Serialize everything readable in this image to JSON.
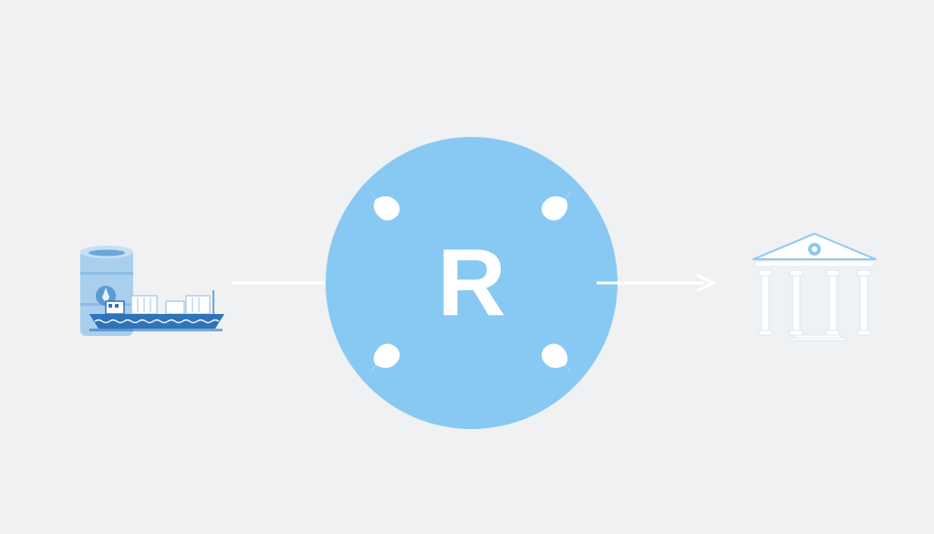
{
  "diagram": {
    "hub": {
      "letter": "R",
      "color": "#87c9f3",
      "text_color": "#ffffff"
    },
    "source": {
      "icons": [
        "oil-barrel-icon",
        "cargo-ship-icon"
      ],
      "colors": {
        "barrel": "#a9cfee",
        "ship": "#2e74b8"
      }
    },
    "target": {
      "icons": [
        "bank-building-icon"
      ],
      "color": "#8ec9f0"
    },
    "hub_marks": [
      "leaf-icon",
      "leaf-icon",
      "leaf-icon",
      "leaf-icon"
    ],
    "connectors": [
      {
        "from": "source",
        "to": "hub",
        "color": "#ffffff"
      },
      {
        "from": "hub",
        "to": "target",
        "color": "#ffffff"
      }
    ],
    "background": "#f0f1f2"
  }
}
